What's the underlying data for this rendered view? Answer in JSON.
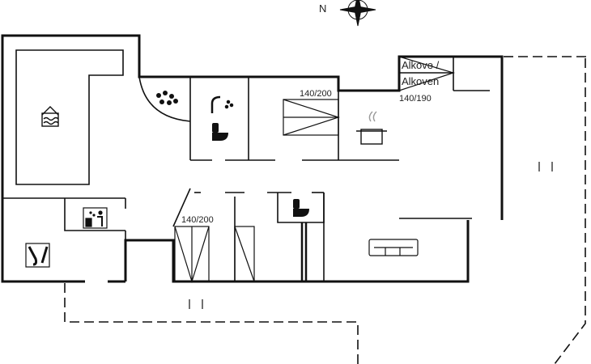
{
  "compass": {
    "label": "N"
  },
  "labels": {
    "bed_upper": "140/200",
    "alcove_line1": "Alkove /",
    "alcove_line2": "Alkoven",
    "alcove_size": "140/190",
    "bed_lower": "140/200"
  },
  "icons": [
    "pool-icon",
    "whirlpool-icon",
    "shower-icon",
    "toilet-icon",
    "cooking-pot-icon",
    "sauna-icon",
    "vacuum-icon",
    "sofa-icon",
    "compass-rose-icon"
  ],
  "colors": {
    "wall": "#111111",
    "background": "#ffffff"
  }
}
